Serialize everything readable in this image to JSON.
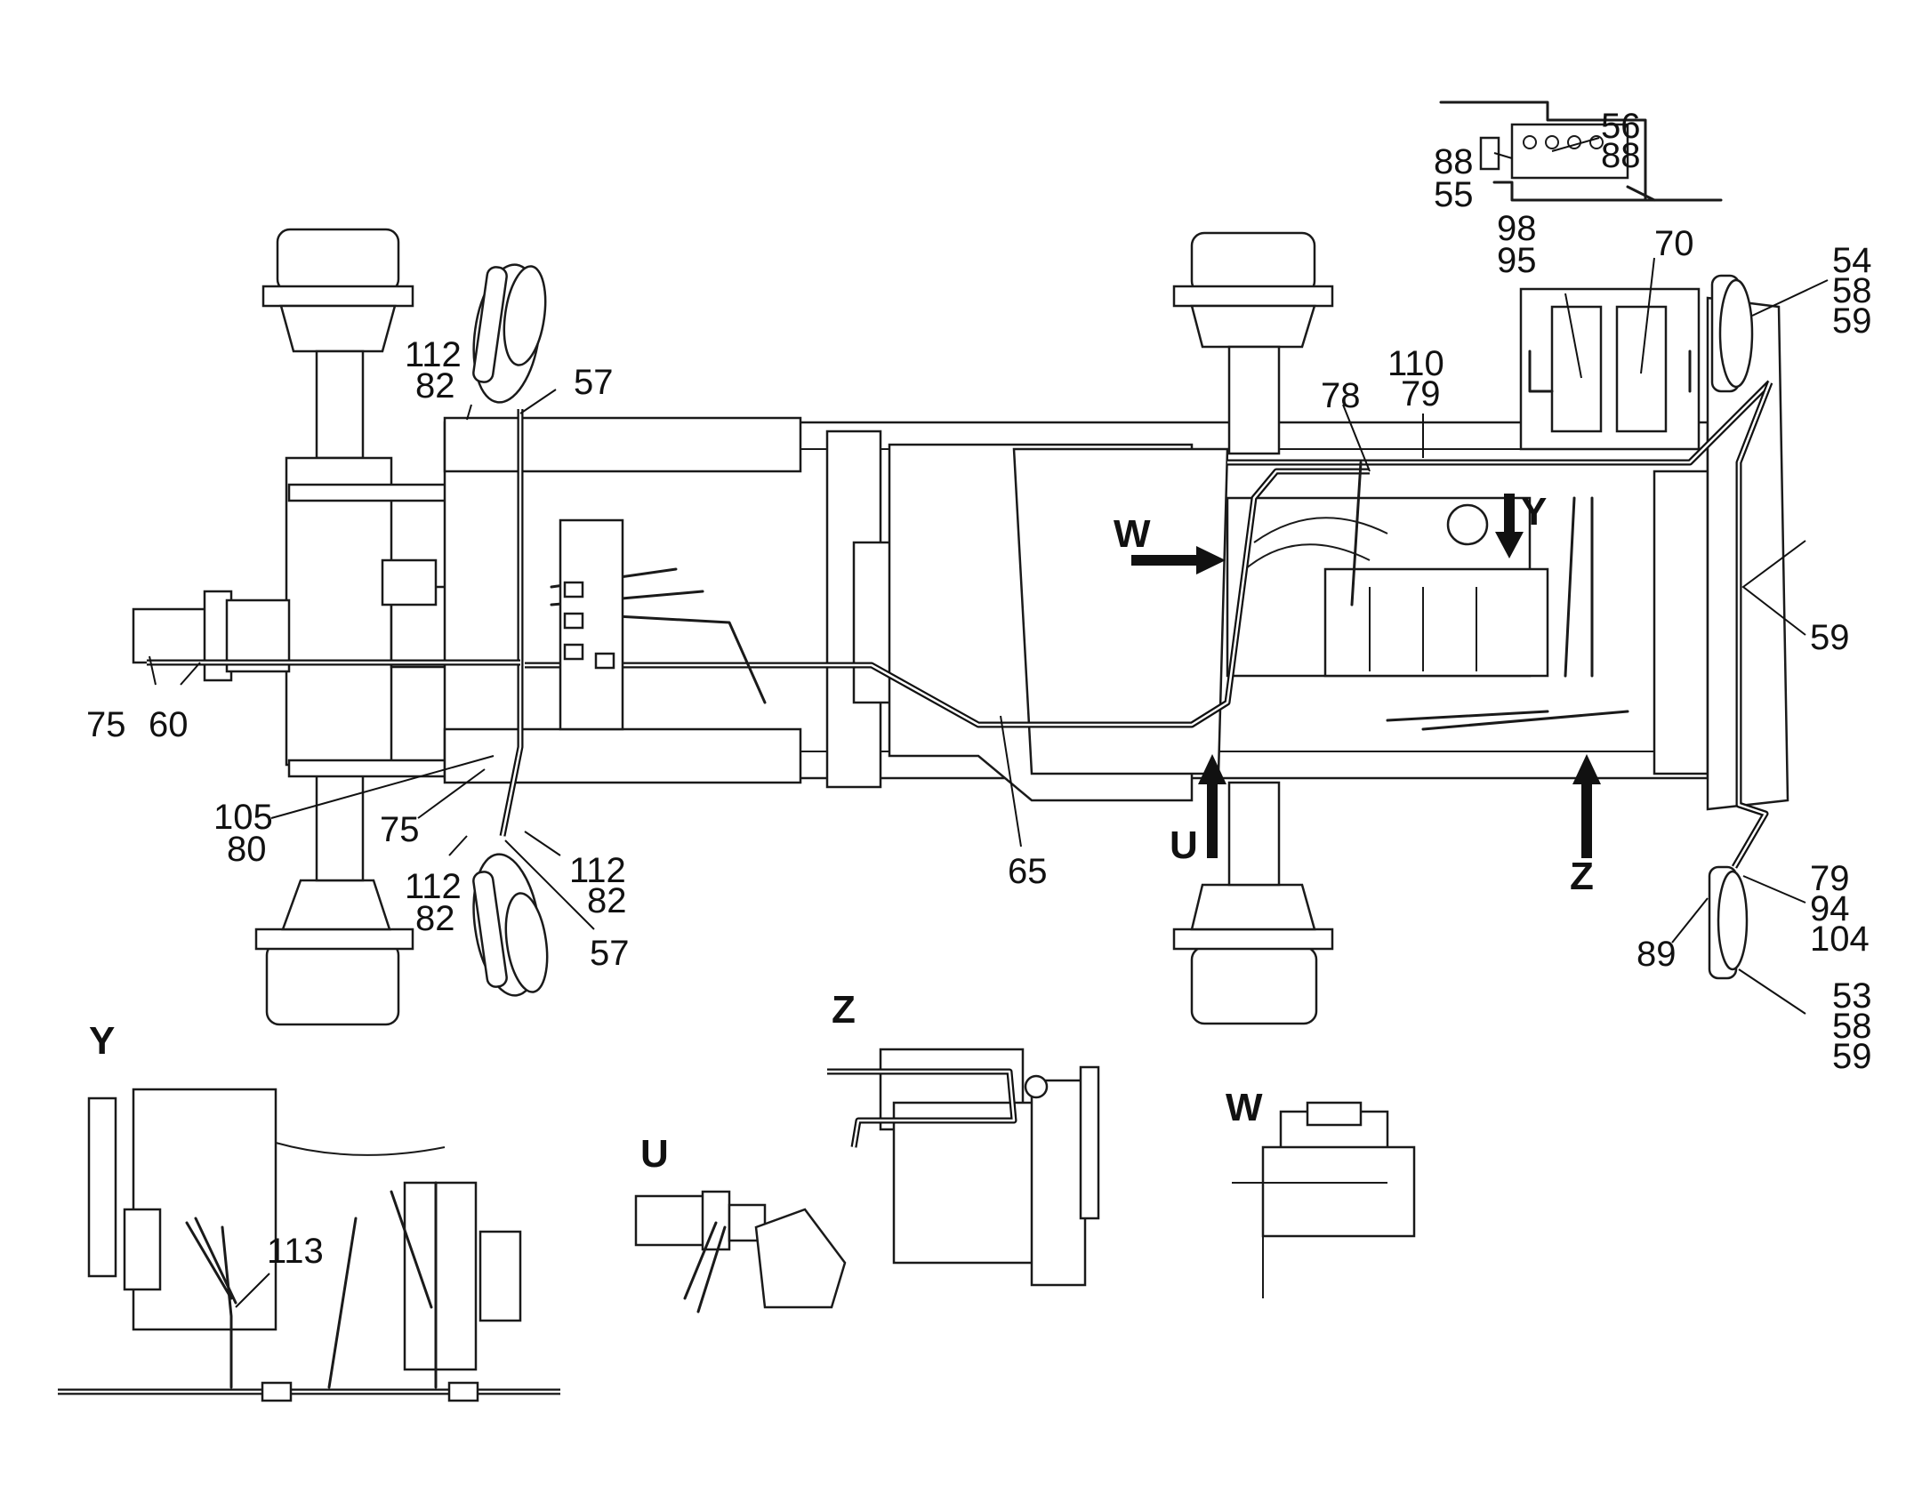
{
  "callouts": {
    "c56": "56",
    "c88a": "88",
    "c88b": "88",
    "c55": "55",
    "c98": "98",
    "c95": "95",
    "c70": "70",
    "c54": "54",
    "c58a": "58",
    "c59a": "59",
    "c110": "110",
    "c79a": "79",
    "c78": "78",
    "c112a": "112",
    "c82a": "82",
    "c57a": "57",
    "c59b": "59",
    "c75a": "75",
    "c60": "60",
    "c105": "105",
    "c80": "80",
    "c75b": "75",
    "c112b": "112",
    "c82b": "82",
    "c112c": "112",
    "c82c": "82",
    "c57b": "57",
    "c65": "65",
    "c79b": "79",
    "c94": "94",
    "c104": "104",
    "c89": "89",
    "c53": "53",
    "c58b": "58",
    "c59c": "59",
    "c113": "113"
  },
  "view_markers": {
    "w": "W",
    "u": "U",
    "y": "Y",
    "z": "Z"
  },
  "detail_labels": {
    "y": "Y",
    "u": "U",
    "z": "Z",
    "w": "W"
  }
}
